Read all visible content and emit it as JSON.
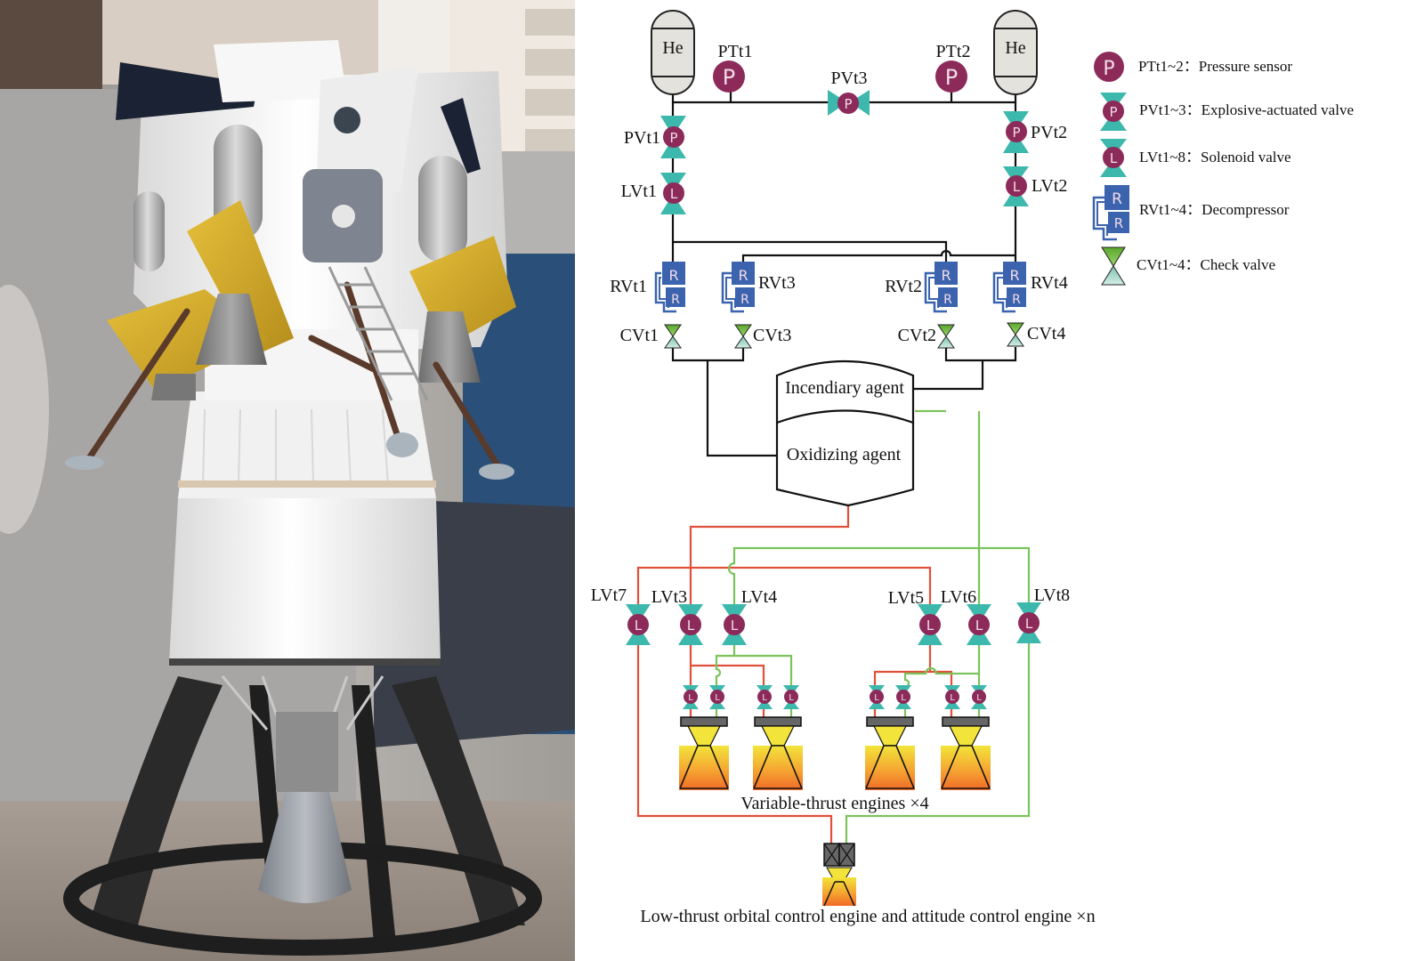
{
  "colors": {
    "valve_body": "#3db8ac",
    "actuator": "#8c2a5a",
    "decompressor": "#3b63ae",
    "check_valve_top": "#6ab43a",
    "check_valve_bottom": "#bfe3d8",
    "oxidizer_line": "#e0503a",
    "fuel_line": "#7cc35c",
    "helium_tank": "#e3e2dd",
    "engine_mount": "#666666",
    "plume_top": "#f2e43a",
    "plume_bottom": "#f06a28"
  },
  "photo": {
    "subject": "Lunar lander model on display stand"
  },
  "diagram": {
    "tanks": {
      "he_left": "He",
      "he_right": "He",
      "propellant_upper": "Incendiary agent",
      "propellant_lower": "Oxidizing agent"
    },
    "sensors": [
      {
        "id": "PTt1",
        "glyph": "P"
      },
      {
        "id": "PTt2",
        "glyph": "P"
      }
    ],
    "explosive_valves": [
      {
        "id": "PVt1",
        "glyph": "P"
      },
      {
        "id": "PVt2",
        "glyph": "P"
      },
      {
        "id": "PVt3",
        "glyph": "P"
      }
    ],
    "solenoid_valves": [
      {
        "id": "LVt1",
        "glyph": "L"
      },
      {
        "id": "LVt2",
        "glyph": "L"
      },
      {
        "id": "LVt3",
        "glyph": "L"
      },
      {
        "id": "LVt4",
        "glyph": "L"
      },
      {
        "id": "LVt5",
        "glyph": "L"
      },
      {
        "id": "LVt6",
        "glyph": "L"
      },
      {
        "id": "LVt7",
        "glyph": "L"
      },
      {
        "id": "LVt8",
        "glyph": "L"
      }
    ],
    "decompressors": [
      {
        "id": "RVt1",
        "glyph": "R"
      },
      {
        "id": "RVt2",
        "glyph": "R"
      },
      {
        "id": "RVt3",
        "glyph": "R"
      },
      {
        "id": "RVt4",
        "glyph": "R"
      }
    ],
    "check_valves": [
      {
        "id": "CVt1"
      },
      {
        "id": "CVt2"
      },
      {
        "id": "CVt3"
      },
      {
        "id": "CVt4"
      }
    ],
    "engine_valve_glyph": "L",
    "captions": {
      "variable_engines": "Variable-thrust engines ×4",
      "low_thrust_engines": "Low-thrust orbital control engine and attitude control engine ×n"
    }
  },
  "legend": [
    {
      "symbol": "pressure-sensor",
      "glyph": "P",
      "label": "PTt1~2：Pressure sensor"
    },
    {
      "symbol": "explosive-valve",
      "glyph": "P",
      "label": "PVt1~3：Explosive-actuated valve"
    },
    {
      "symbol": "solenoid-valve",
      "glyph": "L",
      "label": "LVt1~8：Solenoid valve"
    },
    {
      "symbol": "decompressor",
      "glyph": "R",
      "label": "RVt1~4：Decompressor"
    },
    {
      "symbol": "check-valve",
      "glyph": "",
      "label": "CVt1~4：Check valve"
    }
  ]
}
